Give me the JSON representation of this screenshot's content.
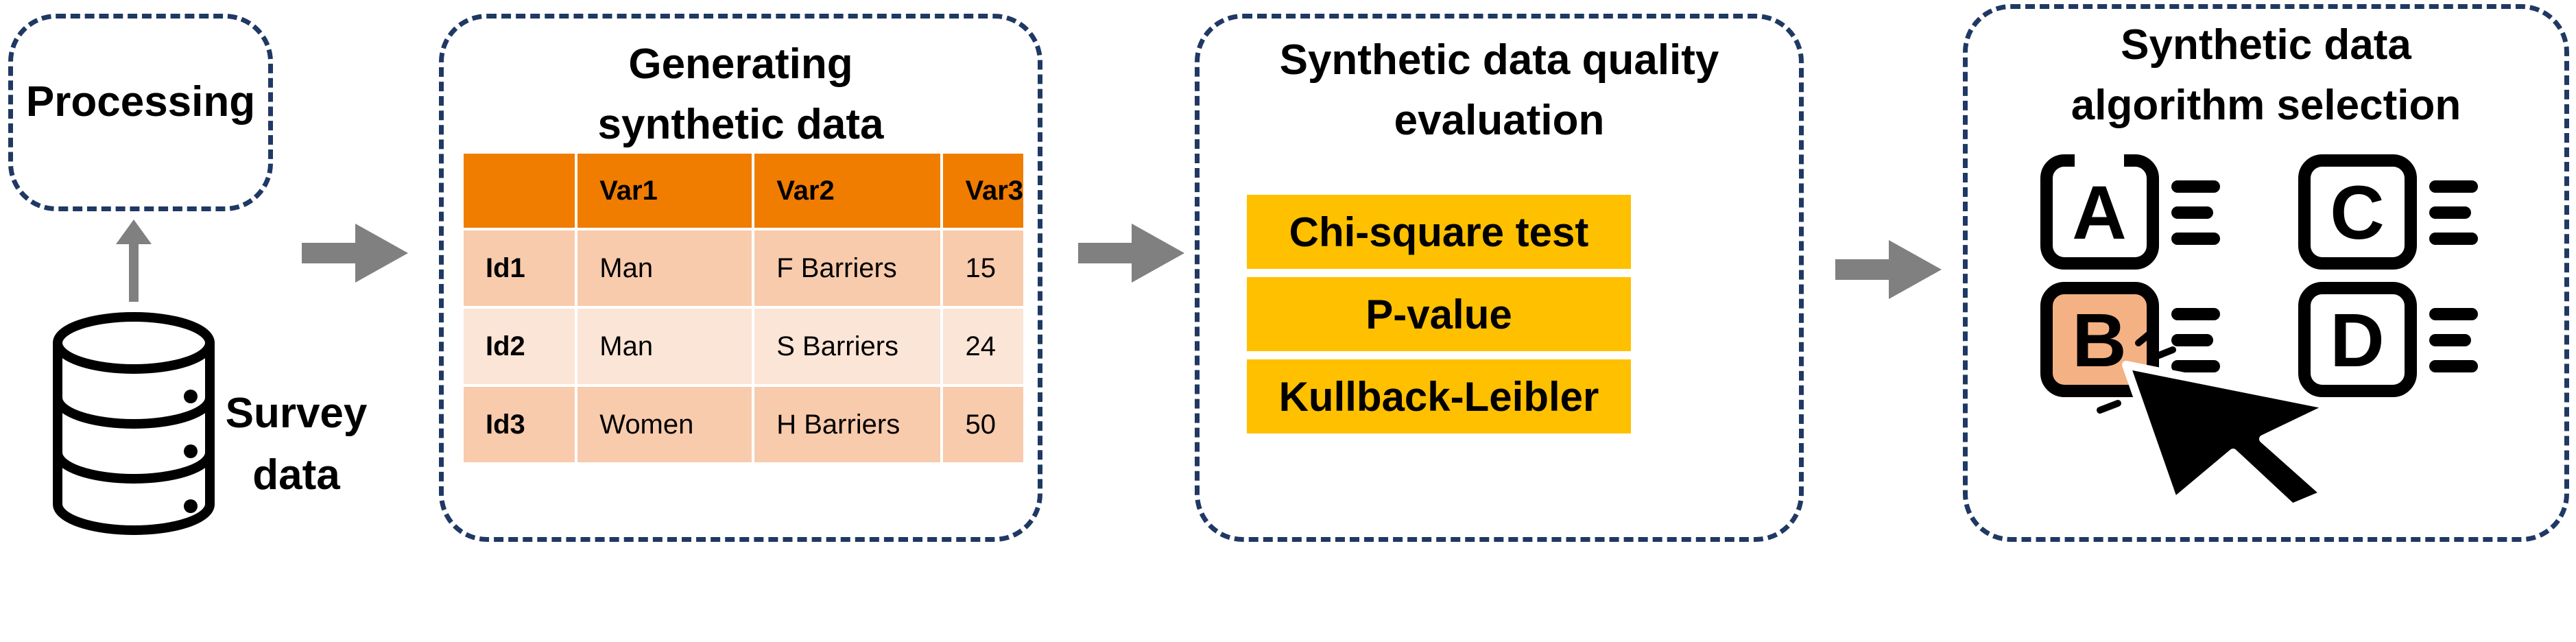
{
  "processing": {
    "label": "Processing"
  },
  "survey": {
    "label_line1": "Survey",
    "label_line2": "data"
  },
  "generating": {
    "title_line1": "Generating",
    "title_line2": "synthetic data",
    "table": {
      "headers": [
        "",
        "Var1",
        "Var2",
        "Var3"
      ],
      "rows": [
        [
          "Id1",
          "Man",
          "F Barriers",
          "15"
        ],
        [
          "Id2",
          "Man",
          "S Barriers",
          "24"
        ],
        [
          "Id3",
          "Women",
          "H Barriers",
          "50"
        ]
      ]
    }
  },
  "evaluation": {
    "title_line1": "Synthetic data quality",
    "title_line2": "evaluation",
    "metrics": [
      "Chi-square test",
      "P-value",
      "Kullback-Leibler"
    ]
  },
  "selection": {
    "title_line1": "Synthetic data",
    "title_line2": "algorithm selection",
    "options": [
      "A",
      "C",
      "B",
      "D"
    ]
  },
  "colors": {
    "dash_border": "#1f3864",
    "arrow": "#808080",
    "table_header": "#f07c00",
    "row_dark": "#f8cbad",
    "row_light": "#fbe5d6",
    "metric_fill": "#ffc000",
    "selected_option": "#f4b183"
  },
  "icons": [
    "database-icon",
    "cursor-pointer-icon",
    "option-list-icon"
  ]
}
